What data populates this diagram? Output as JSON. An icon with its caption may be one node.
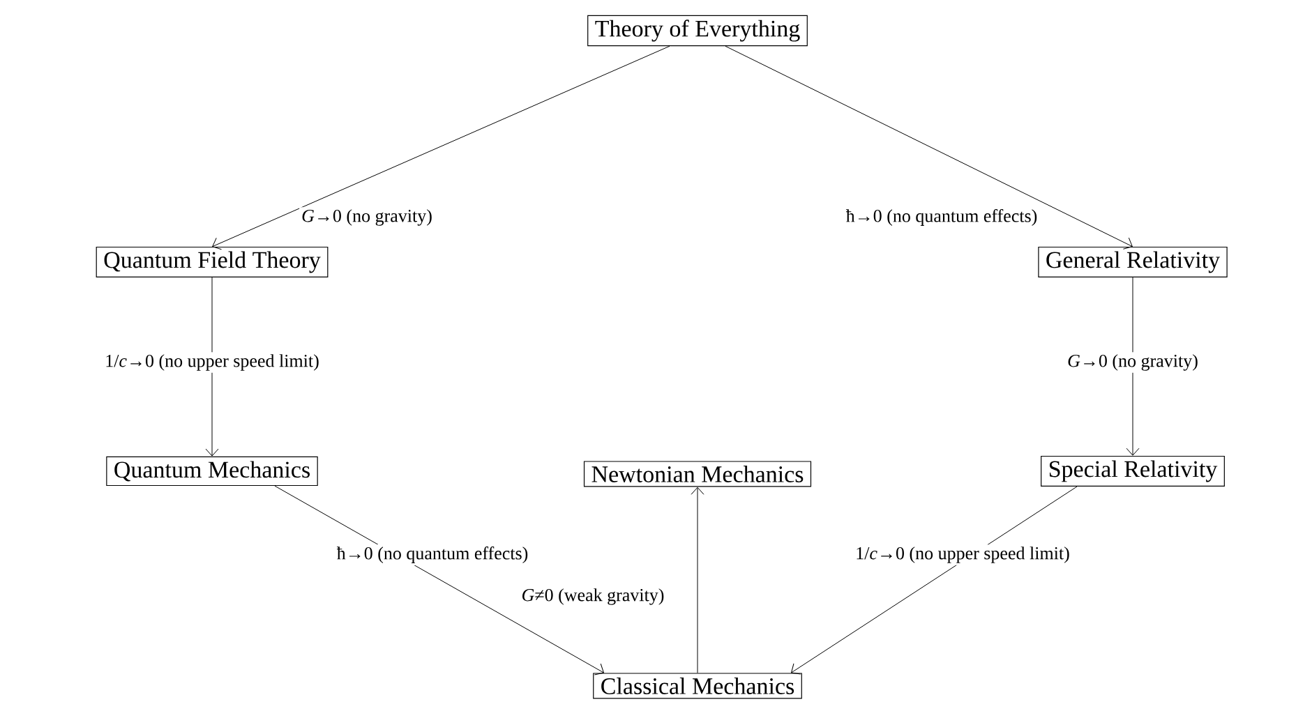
{
  "diagram": {
    "nodes": [
      {
        "text": [
          "Theory of Everything"
        ]
      },
      {
        "text": [
          "Quantum Field Theory"
        ]
      },
      {
        "text": [
          "General Relativity"
        ]
      },
      {
        "text": [
          "Quantum Mechanics"
        ]
      },
      {
        "text": [
          "Newtonian Mechanics"
        ]
      },
      {
        "text": [
          "Special Relativity"
        ]
      },
      {
        "text": [
          "Classical Mechanics"
        ]
      }
    ],
    "edges": [
      {
        "from": 0,
        "to": 1,
        "arrow": "to",
        "label": "*G*→0 (no gravity)"
      },
      {
        "from": 0,
        "to": 2,
        "arrow": "to",
        "label": "ħ→0 (no quantum effects)"
      },
      {
        "from": 1,
        "to": 3,
        "arrow": "to",
        "label": "1/*c*→0 (no upper speed limit)"
      },
      {
        "from": 2,
        "to": 5,
        "arrow": "to",
        "label": "*G*→0 (no gravity)"
      },
      {
        "from": 3,
        "to": 6,
        "arrow": "to",
        "label": "ħ→0 (no quantum effects)"
      },
      {
        "from": 5,
        "to": 6,
        "arrow": "to",
        "label": "1/*c*→0 (no upper speed limit)"
      },
      {
        "from": 6,
        "to": 4,
        "arrow": "to",
        "label": "*G*≠0 (weak gravity)"
      }
    ]
  }
}
